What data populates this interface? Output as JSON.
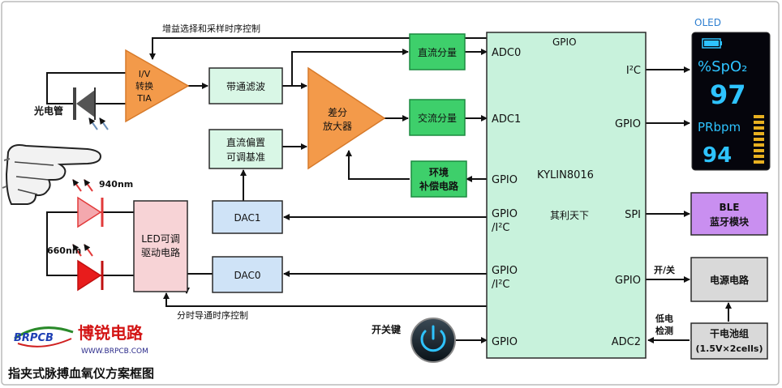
{
  "title": "指夹式脉搏血氧仪方案框图",
  "logo": {
    "mark": "BRPCB",
    "name": "博锐电路",
    "url": "WWW.BRPCB.COM"
  },
  "photodiode_label": "光电管",
  "finger_icon": "pointing-finger-icon",
  "tia": {
    "line1": "I/V",
    "line2": "转换",
    "line3": "TIA"
  },
  "gain_control_label": "增益选择和采样时序控制",
  "bandpass": "带通滤波",
  "diff_amp": {
    "line1": "差分",
    "line2": "放大器"
  },
  "dc_bias": {
    "line1": "直流偏置",
    "line2": "可调基准"
  },
  "dc_component": "直流分量",
  "ac_component": "交流分量",
  "env_comp": {
    "line1": "环境",
    "line2": "补偿电路"
  },
  "dac1": "DAC1",
  "dac0": "DAC0",
  "led_driver": {
    "line1": "LED可调",
    "line2": "驱动电路"
  },
  "led_940": "940nm",
  "led_660": "660nm",
  "timing_label": "分时导通时序控制",
  "mcu": {
    "name": "KYLIN8016",
    "vendor": "其利天下",
    "pins_left": [
      "ADC0",
      "ADC1",
      "GPIO",
      "GPIO",
      "/I²C",
      "GPIO",
      "/I²C",
      "GPIO"
    ],
    "pin_top": "GPIO",
    "pins_right": [
      "I²C",
      "GPIO",
      "SPI",
      "GPIO",
      "ADC2"
    ]
  },
  "oled": {
    "label": "OLED",
    "spo2_label": "%SpO₂",
    "spo2_value": "97",
    "pr_label": "PRbpm",
    "pr_value": "94",
    "battery_icon": "battery-icon"
  },
  "ble": {
    "line1": "BLE",
    "line2": "蓝牙模块"
  },
  "power": "电源电路",
  "on_off_label": "开/关",
  "battery": {
    "line1": "干电池组",
    "line2": "(1.5V×2cells)"
  },
  "low_batt": {
    "line1": "低电",
    "line2": "检测"
  },
  "power_key": "开关键",
  "colors": {
    "orange": "#f39a4a",
    "green": "#3ecf6b",
    "light_green": "#d9f7e6",
    "mint": "#c8f2dc",
    "blue_box": "#cfe3f7",
    "pink": "#f7d3d6",
    "purple": "#c98ff0",
    "gray": "#d9d9d9",
    "oled_bg": "#05050c",
    "oled_text": "#2ec3ff"
  }
}
